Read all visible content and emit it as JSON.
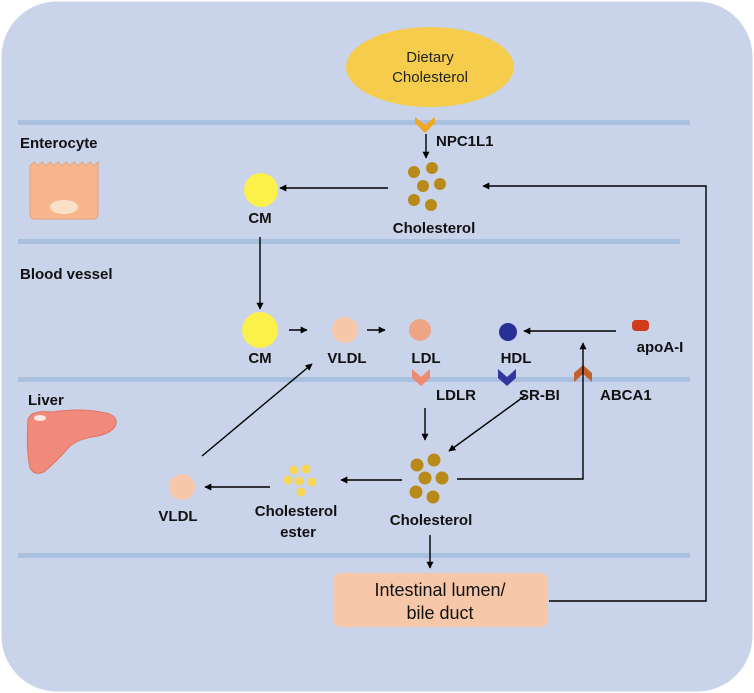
{
  "diagram": {
    "colors": {
      "panel_background": "#c9d3ea",
      "membrane": "#a9c0de",
      "dietary_ellipse": "#f5cc4c",
      "npc1l1_receptor": "#f0a820",
      "cholesterol_dot": "#b88a1a",
      "cm_particle": "#fcf04a",
      "vldl_particle": "#f6c7a9",
      "ldl_particle": "#eda585",
      "hdl_particle": "#2a2f96",
      "apoai": "#d13a1b",
      "ldlr_receptor": "#ee8a70",
      "srbi_receptor": "#33389c",
      "abca1_receptor": "#c2612c",
      "cholesterol_ester_dot": "#f7d555",
      "lumen_box": "#f6c7a8",
      "enterocyte_cell": "#f7b68b",
      "liver_organ": "#f08a7a"
    },
    "dietary_cholesterol": {
      "line1": "Dietary",
      "line2": "Cholesterol"
    },
    "regions": {
      "enterocyte": "Enterocyte",
      "blood_vessel": "Blood vessel",
      "liver": "Liver"
    },
    "icons": [
      "enterocyte-icon",
      "liver-icon"
    ],
    "labels": {
      "npc1l1": "NPC1L1",
      "cholesterol_enterocyte": "Cholesterol",
      "cm_enterocyte": "CM",
      "cm_blood": "CM",
      "vldl_blood": "VLDL",
      "ldl": "LDL",
      "hdl": "HDL",
      "apoai": "apoA-I",
      "ldlr": "LDLR",
      "srbi": "SR-BI",
      "abca1": "ABCA1",
      "vldl_liver": "VLDL",
      "cholesterol_ester_line1": "Cholesterol",
      "cholesterol_ester_line2": "ester",
      "cholesterol_liver": "Cholesterol"
    },
    "lumen_box": {
      "line1": "Intestinal lumen/",
      "line2": "bile duct"
    }
  }
}
